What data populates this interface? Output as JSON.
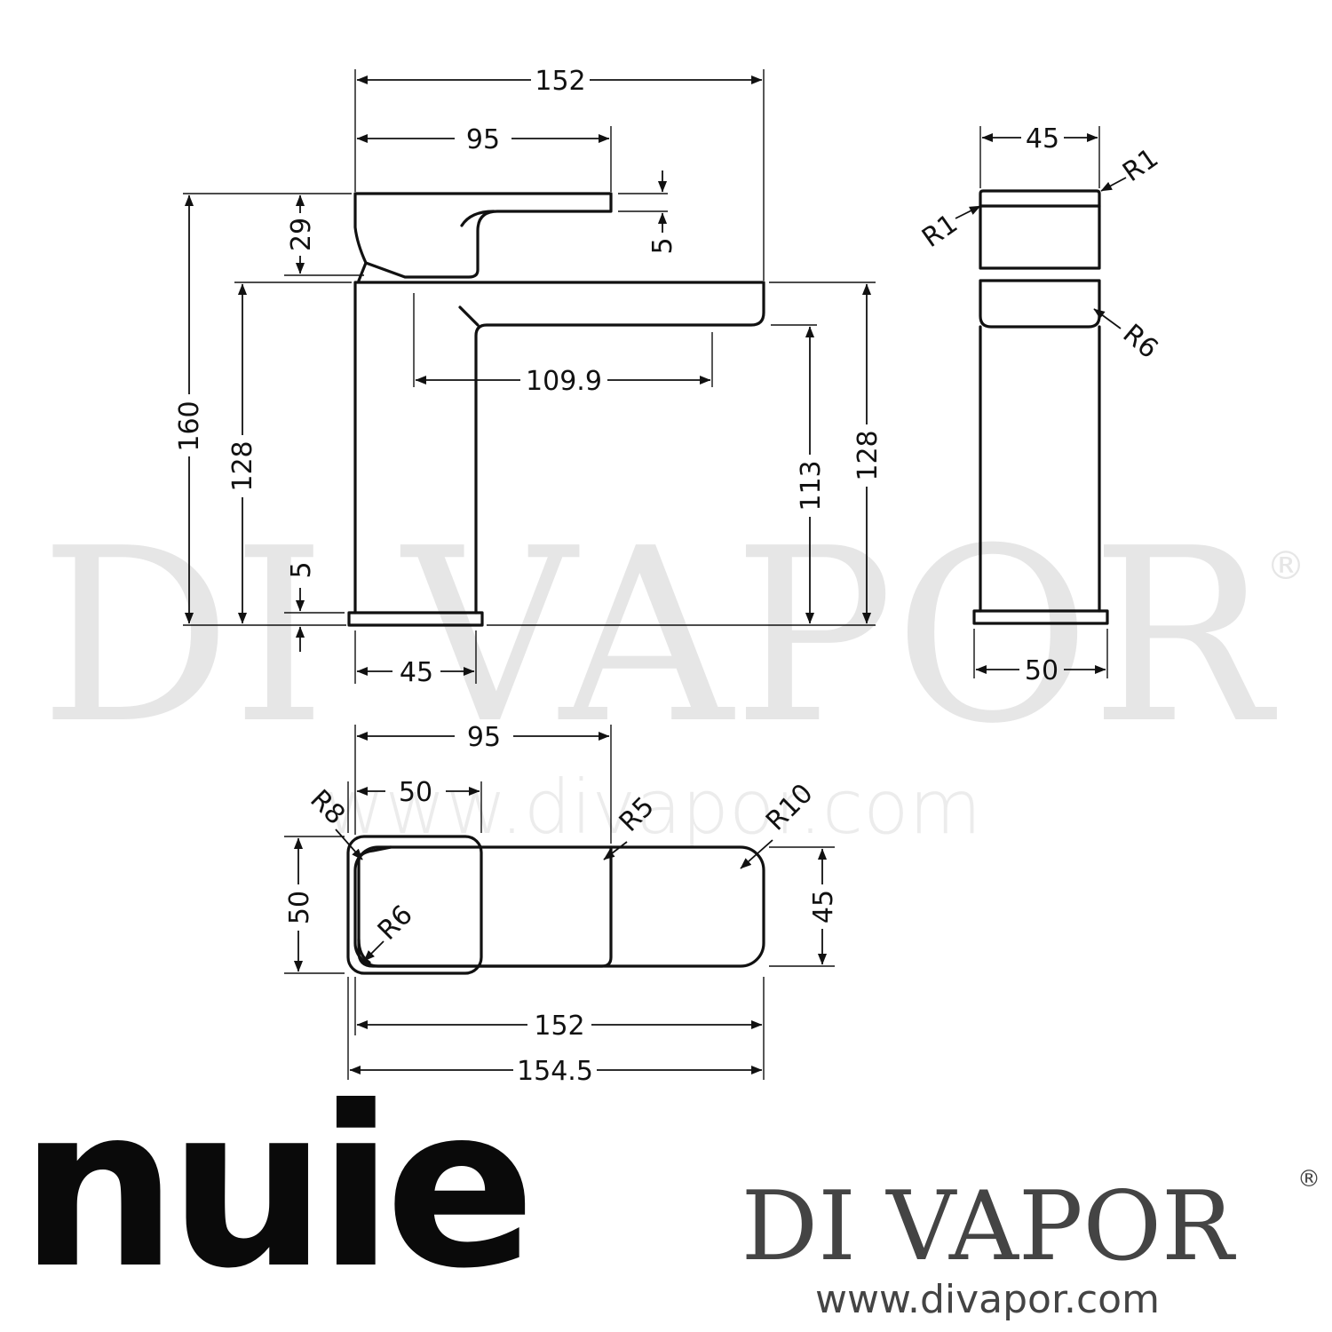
{
  "watermark": {
    "brand": "DI VAPOR",
    "registered_mark": "®",
    "url": "www.divapor.com"
  },
  "side_view": {
    "dimensions": {
      "overall_length": "152",
      "handle_length": "95",
      "overall_height": "160",
      "body_height_left": "128",
      "handle_height": "29",
      "handle_tip_gap": "5",
      "spout_reach": "109.9",
      "spout_clearance": "113",
      "body_height_right": "128",
      "base_thickness": "5",
      "body_width": "45"
    }
  },
  "end_view": {
    "dimensions": {
      "top_width": "45",
      "radius_top_right": "R1",
      "radius_top_left": "R1",
      "radius_spout": "R6",
      "base_width": "50"
    }
  },
  "plan_view": {
    "dimensions": {
      "handle_length": "95",
      "lever_length": "50",
      "radius_lever_corner": "R8",
      "radius_handle_corner": "R5",
      "radius_spout_tip": "R10",
      "base_width": "50",
      "spout_width": "45",
      "radius_lever_inner": "R6",
      "spout_length": "152",
      "overall_length": "154.5"
    }
  },
  "logos": {
    "manufacturer": "nuie",
    "retailer": "DI VAPOR",
    "retailer_registered": "®",
    "retailer_url": "www.divapor.com"
  }
}
